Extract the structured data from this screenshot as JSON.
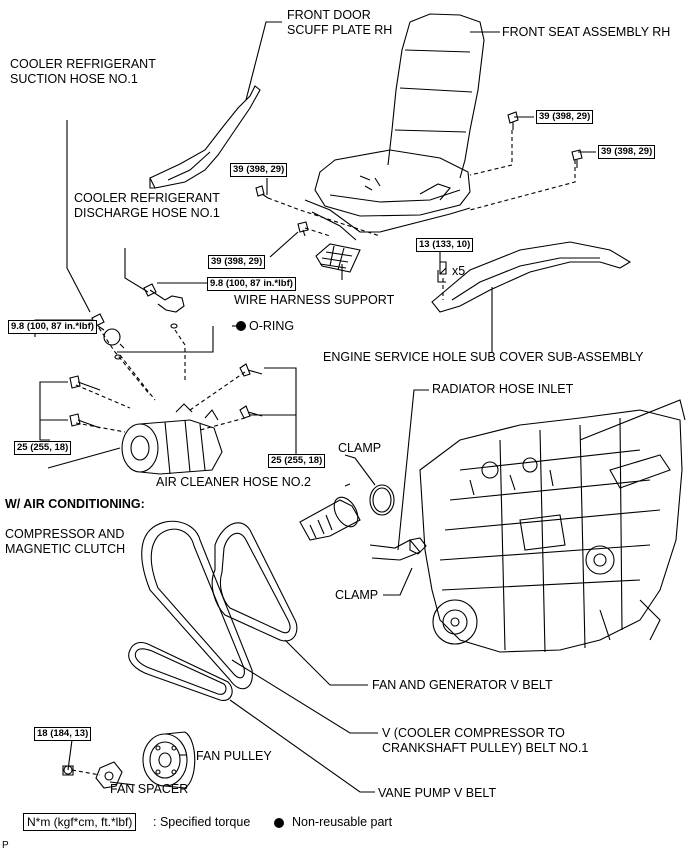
{
  "labels": {
    "front_door_scuff_plate": [
      "FRONT DOOR",
      "SCUFF PLATE RH"
    ],
    "front_seat_assembly": "FRONT SEAT ASSEMBLY RH",
    "suction_hose": [
      "COOLER REFRIGERANT",
      "SUCTION HOSE NO.1"
    ],
    "discharge_hose": [
      "COOLER REFRIGERANT",
      "DISCHARGE HOSE NO.1"
    ],
    "wire_harness_support": "WIRE HARNESS SUPPORT",
    "o_ring": "O-RING",
    "engine_service_hole_cover": "ENGINE SERVICE HOLE SUB COVER SUB-ASSEMBLY",
    "radiator_hose_inlet": "RADIATOR HOSE INLET",
    "clamp_upper": "CLAMP",
    "clamp_lower": "CLAMP",
    "air_cleaner_hose": "AIR CLEANER HOSE NO.2",
    "w_air_conditioning": "W/ AIR CONDITIONING:",
    "compressor": [
      "COMPRESSOR AND",
      "MAGNETIC CLUTCH"
    ],
    "fan_generator_belt": "FAN AND GENERATOR V BELT",
    "v_belt": [
      "V (COOLER COMPRESSOR TO",
      "CRANKSHAFT PULLEY) BELT NO.1"
    ],
    "vane_pump_belt": "VANE PUMP V BELT",
    "fan_pulley": "FAN PULLEY",
    "fan_spacer": "FAN SPACER",
    "x5": "x5",
    "page_mark": "P"
  },
  "torques": {
    "seat_right_upper": "39 (398, 29)",
    "seat_right_lower": "39 (398, 29)",
    "seat_left_upper": "39 (398, 29)",
    "seat_left_lower": "39 (398, 29)",
    "cover_bolts": "13 (133, 10)",
    "discharge_hose_bolt": "9.8 (100, 87 in.*lbf)",
    "suction_hose_bolt": "9.8 (100, 87 in.*lbf)",
    "compressor_left": "25 (255, 18)",
    "compressor_right": "25 (255, 18)",
    "fan_pulley_nuts": "18 (184, 13)"
  },
  "legend": {
    "unit": "N*m (kgf*cm, ft.*lbf)",
    "torque_text": ": Specified torque",
    "non_reusable": "Non-reusable part"
  }
}
